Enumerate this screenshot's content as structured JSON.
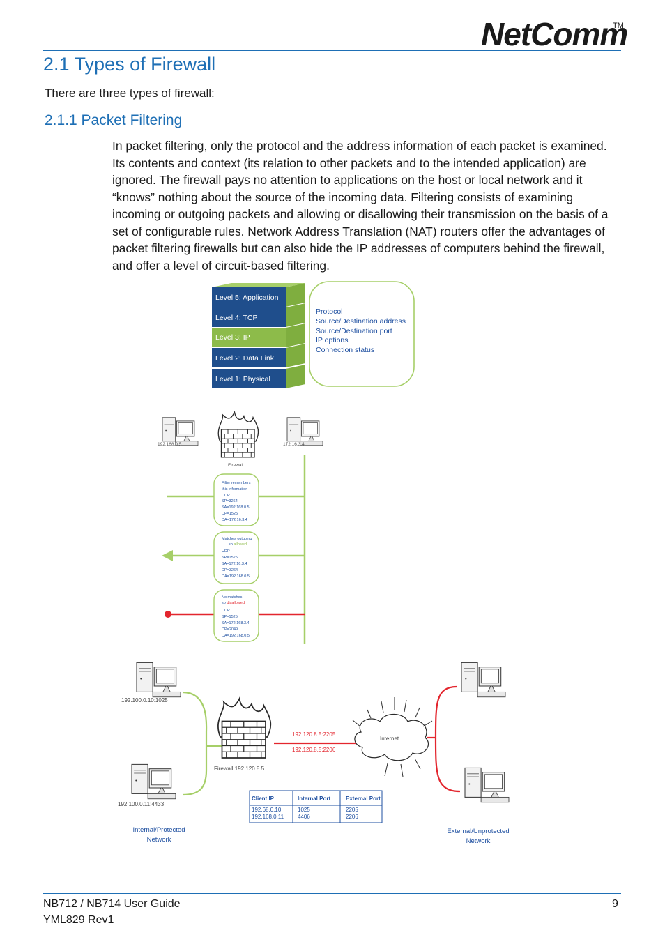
{
  "header": {
    "logo_text": "NetComm",
    "trademark": "TM"
  },
  "page": {
    "title": "2.1 Types of Firewall",
    "intro": "There are three types of firewall:",
    "section_title": "2.1.1 Packet Filtering",
    "paragraph": "In packet filtering, only the protocol and the address information of each packet is examined. Its contents and context (its relation to other packets and to the intended application) are ignored. The firewall pays no attention to applications on the host or local network and it “knows” nothing about the source of the incoming data. Filtering consists of examining incoming or outgoing packets and allowing or disallowing their transmission on the basis of a set of configurable rules. Network Address Translation (NAT) routers offer the advantages of packet filtering firewalls but can also hide the IP addresses of computers behind the firewall, and offer a level of circuit-based filtering."
  },
  "layers": {
    "items": [
      "Level 5:  Application",
      "Level 4:  TCP",
      "Level 3:  IP",
      "Level 2:  Data Link",
      "Level 1:  Physical"
    ],
    "inspect_list": [
      "Protocol",
      "Source/Destination address",
      "Source/Destination port",
      "IP options",
      "Connection status"
    ]
  },
  "diagram1": {
    "left_host": "192.168.0.5",
    "right_host": "172.16.3.4",
    "firewall_label": "Firewall",
    "box1": {
      "lines": [
        "Filter remembers",
        "this information",
        "UDP",
        "SP=3264",
        "SA=192.168.0.5",
        "DP=1525",
        "DA=172.16.3.4"
      ]
    },
    "box2": {
      "line1": "Matches outgoing",
      "so_prefix": "so ",
      "status": "allowed",
      "lines": [
        "UDP",
        "SP=1525",
        "SA=172.16.3.4",
        "DP=3264",
        "DA=192.168.0.5"
      ]
    },
    "box3": {
      "line1": "No matches",
      "so_prefix": "so ",
      "status": "disallowed",
      "lines": [
        "UDP",
        "SP=1525",
        "SA=172.168.3.4",
        "DP=2049",
        "DA=192.168.0.5"
      ]
    }
  },
  "diagram2": {
    "host_top_left": "192.100.0.10:1025",
    "host_bottom_left": "192.100.0.11:4433",
    "firewall_label": "Firewall 192.120.8.5",
    "port_a": "192.120.8.5:2205",
    "port_b": "192.120.8.5:2206",
    "cloud_label": "Internet",
    "internal_label": [
      "Internal/Protected",
      "Network"
    ],
    "external_label": [
      "External/Unprotected",
      "Network"
    ],
    "nat_table": {
      "headers": [
        "Client IP",
        "Internal Port",
        "External Port"
      ],
      "rows": [
        [
          "192.68.0.10",
          "1025",
          "2205"
        ],
        [
          "192.168.0.11",
          "4406",
          "2206"
        ]
      ]
    }
  },
  "footer": {
    "guide": "NB712 / NB714 User Guide",
    "rev": "YML829 Rev1",
    "page_number": "9"
  },
  "colors": {
    "accent": "#1e6fb5",
    "layer_blue": "#1f4e8c",
    "layer_green": "#8dbb4a",
    "line_green": "#a6cf68",
    "deny_red": "#e3262e"
  }
}
